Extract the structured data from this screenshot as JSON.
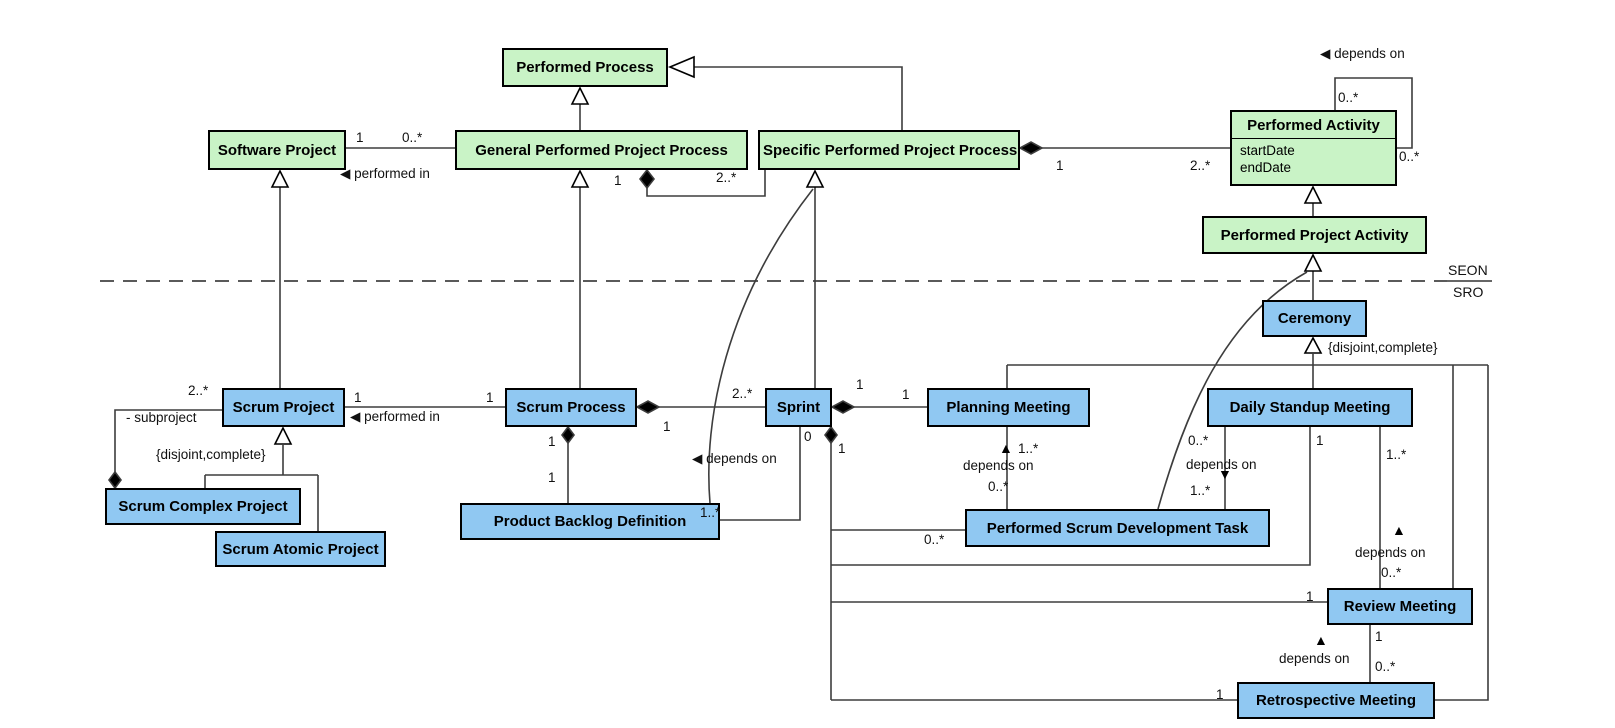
{
  "diagram_type": "UML class diagram",
  "boundary": {
    "above_label": "SEON",
    "below_label": "SRO"
  },
  "colors": {
    "seon_class_fill": "#c9f3c6",
    "sro_class_fill": "#90c8f2",
    "class_border": "#000000",
    "edge": "#3d3d3d"
  },
  "classes": [
    {
      "id": "performed-process",
      "name": "Performed Process",
      "layer": "SEON",
      "attributes": []
    },
    {
      "id": "software-project",
      "name": "Software Project",
      "layer": "SEON",
      "attributes": []
    },
    {
      "id": "general-performed-project-process",
      "name": "General Performed Project Process",
      "layer": "SEON",
      "attributes": []
    },
    {
      "id": "specific-performed-project-process",
      "name": "Specific Performed Project Process",
      "layer": "SEON",
      "attributes": []
    },
    {
      "id": "performed-activity",
      "name": "Performed Activity",
      "layer": "SEON",
      "attributes": [
        "startDate",
        "endDate"
      ]
    },
    {
      "id": "performed-project-activity",
      "name": "Performed Project Activity",
      "layer": "SEON",
      "attributes": []
    },
    {
      "id": "scrum-project",
      "name": "Scrum Project",
      "layer": "SRO",
      "attributes": []
    },
    {
      "id": "scrum-complex-project",
      "name": "Scrum Complex Project",
      "layer": "SRO",
      "attributes": []
    },
    {
      "id": "scrum-atomic-project",
      "name": "Scrum Atomic Project",
      "layer": "SRO",
      "attributes": []
    },
    {
      "id": "scrum-process",
      "name": "Scrum Process",
      "layer": "SRO",
      "attributes": []
    },
    {
      "id": "product-backlog-definition",
      "name": "Product Backlog Definition",
      "layer": "SRO",
      "attributes": []
    },
    {
      "id": "sprint",
      "name": "Sprint",
      "layer": "SRO",
      "attributes": []
    },
    {
      "id": "planning-meeting",
      "name": "Planning Meeting",
      "layer": "SRO",
      "attributes": []
    },
    {
      "id": "ceremony",
      "name": "Ceremony",
      "layer": "SRO",
      "attributes": []
    },
    {
      "id": "daily-standup-meeting",
      "name": "Daily Standup Meeting",
      "layer": "SRO",
      "attributes": []
    },
    {
      "id": "performed-scrum-development-task",
      "name": "Performed Scrum Development Task",
      "layer": "SRO",
      "attributes": []
    },
    {
      "id": "review-meeting",
      "name": "Review Meeting",
      "layer": "SRO",
      "attributes": []
    },
    {
      "id": "retrospective-meeting",
      "name": "Retrospective Meeting",
      "layer": "SRO",
      "attributes": []
    }
  ],
  "labels": [
    {
      "id": "swproj-gppp-mult-src",
      "text": "1"
    },
    {
      "id": "swproj-gppp-mult-tgt",
      "text": "0..*"
    },
    {
      "id": "swproj-gppp-name",
      "text": "◀ performed in"
    },
    {
      "id": "gppp-sppp-mult-whole",
      "text": "1"
    },
    {
      "id": "gppp-sppp-mult-part",
      "text": "2..*"
    },
    {
      "id": "sppp-pa-mult-whole",
      "text": "1"
    },
    {
      "id": "sppp-pa-mult-part",
      "text": "2..*"
    },
    {
      "id": "pa-self-name",
      "text": "◀ depends on"
    },
    {
      "id": "pa-self-mult-top",
      "text": "0..*"
    },
    {
      "id": "pa-self-mult-right",
      "text": "0..*"
    },
    {
      "id": "sproj-sproc-mult-src",
      "text": "1"
    },
    {
      "id": "sproj-sproc-mult-tgt",
      "text": "1"
    },
    {
      "id": "sproj-sproc-name",
      "text": "◀ performed in"
    },
    {
      "id": "subproject-mult",
      "text": "2..*"
    },
    {
      "id": "subproject-role",
      "text": "- subproject"
    },
    {
      "id": "scrumproject-gen-constraint",
      "text": "{disjoint,complete}"
    },
    {
      "id": "sproc-sprint-mult-whole",
      "text": "1"
    },
    {
      "id": "sproc-sprint-mult-part",
      "text": "2..*"
    },
    {
      "id": "sproc-pbd-mult-whole",
      "text": "1"
    },
    {
      "id": "sproc-pbd-mult-part",
      "text": "1"
    },
    {
      "id": "sprint-planning-mult-whole",
      "text": "1"
    },
    {
      "id": "sprint-planning-mult-part",
      "text": "1"
    },
    {
      "id": "sprint-pbd-mult-src",
      "text": "0"
    },
    {
      "id": "sprint-pbd-name",
      "text": "◀ depends on"
    },
    {
      "id": "sprint-pbd-mult-tgt",
      "text": "1..*"
    },
    {
      "id": "sprint-comp-mult-whole",
      "text": "1"
    },
    {
      "id": "sprint-psdt-mult-part",
      "text": "0..*"
    },
    {
      "id": "sprint-dsm-mult-part",
      "text": "1"
    },
    {
      "id": "sprint-review-mult-part",
      "text": "1"
    },
    {
      "id": "sprint-retro-mult-part",
      "text": "1"
    },
    {
      "id": "ceremony-gen-constraint",
      "text": "{disjoint,complete}"
    },
    {
      "id": "psdt-planning-arrow",
      "text": "▲"
    },
    {
      "id": "psdt-planning-mult-tgt",
      "text": "1..*"
    },
    {
      "id": "psdt-planning-name",
      "text": "depends on"
    },
    {
      "id": "psdt-planning-mult-src",
      "text": "0..*"
    },
    {
      "id": "dsm-psdt-mult-src",
      "text": "0..*"
    },
    {
      "id": "dsm-psdt-name",
      "text": "depends on"
    },
    {
      "id": "dsm-psdt-arrow",
      "text": "▼"
    },
    {
      "id": "dsm-psdt-mult-tgt",
      "text": "1..*"
    },
    {
      "id": "review-dsm-mult-tgt",
      "text": "1..*"
    },
    {
      "id": "review-dsm-arrow",
      "text": "▲"
    },
    {
      "id": "review-dsm-name",
      "text": "depends on"
    },
    {
      "id": "review-dsm-mult-src",
      "text": "0..*"
    },
    {
      "id": "retro-review-mult-tgt",
      "text": "1"
    },
    {
      "id": "retro-review-arrow",
      "text": "▲"
    },
    {
      "id": "retro-review-name",
      "text": "depends on"
    },
    {
      "id": "retro-review-mult-src",
      "text": "0..*"
    }
  ],
  "relationships": [
    {
      "type": "generalization",
      "from": "General Performed Project Process",
      "to": "Performed Process"
    },
    {
      "type": "generalization",
      "from": "Specific Performed Project Process",
      "to": "Performed Process"
    },
    {
      "type": "generalization",
      "from": "Scrum Project",
      "to": "Software Project"
    },
    {
      "type": "generalization",
      "from": "Scrum Process",
      "to": "General Performed Project Process"
    },
    {
      "type": "generalization",
      "from": "Sprint",
      "to": "Specific Performed Project Process"
    },
    {
      "type": "generalization",
      "from": "Product Backlog Definition",
      "to": "Specific Performed Project Process"
    },
    {
      "type": "generalization",
      "from": "Performed Project Activity",
      "to": "Performed Activity"
    },
    {
      "type": "generalization",
      "from": "Ceremony",
      "to": "Performed Project Activity"
    },
    {
      "type": "generalization",
      "from": "Performed Scrum Development Task",
      "to": "Performed Project Activity"
    },
    {
      "type": "generalization-set",
      "parent": "Scrum Project",
      "children": [
        "Scrum Complex Project",
        "Scrum Atomic Project"
      ],
      "constraint": "{disjoint,complete}"
    },
    {
      "type": "generalization-set",
      "parent": "Ceremony",
      "children": [
        "Planning Meeting",
        "Daily Standup Meeting",
        "Review Meeting",
        "Retrospective Meeting"
      ],
      "constraint": "{disjoint,complete}"
    },
    {
      "type": "association",
      "name": "performed in",
      "from": "General Performed Project Process",
      "from_mult": "0..*",
      "to": "Software Project",
      "to_mult": "1"
    },
    {
      "type": "composition",
      "whole": "General Performed Project Process",
      "whole_mult": "1",
      "part": "Specific Performed Project Process",
      "part_mult": "2..*"
    },
    {
      "type": "composition",
      "whole": "Specific Performed Project Process",
      "whole_mult": "1",
      "part": "Performed Activity",
      "part_mult": "2..*"
    },
    {
      "type": "association",
      "name": "depends on",
      "from": "Performed Activity",
      "from_mult": "0..*",
      "to": "Performed Activity",
      "to_mult": "0..*"
    },
    {
      "type": "association",
      "name": "performed in",
      "from": "Scrum Process",
      "from_mult": "1",
      "to": "Scrum Project",
      "to_mult": "1"
    },
    {
      "type": "composition",
      "whole": "Scrum Complex Project",
      "part": "Scrum Project",
      "part_mult": "2..*",
      "part_role": "- subproject"
    },
    {
      "type": "composition",
      "whole": "Scrum Process",
      "whole_mult": "1",
      "part": "Sprint",
      "part_mult": "2..*"
    },
    {
      "type": "composition",
      "whole": "Scrum Process",
      "whole_mult": "1",
      "part": "Product Backlog Definition",
      "part_mult": "1"
    },
    {
      "type": "composition",
      "whole": "Sprint",
      "whole_mult": "1",
      "part": "Planning Meeting",
      "part_mult": "1"
    },
    {
      "type": "association",
      "name": "depends on",
      "from": "Sprint",
      "from_mult": "0",
      "to": "Product Backlog Definition",
      "to_mult": "1..*"
    },
    {
      "type": "composition",
      "whole": "Sprint",
      "whole_mult": "1",
      "part": "Performed Scrum Development Task",
      "part_mult": "0..*"
    },
    {
      "type": "composition",
      "whole": "Sprint",
      "whole_mult": "1",
      "part": "Daily Standup Meeting",
      "part_mult": "1"
    },
    {
      "type": "composition",
      "whole": "Sprint",
      "whole_mult": "1",
      "part": "Review Meeting",
      "part_mult": "1"
    },
    {
      "type": "composition",
      "whole": "Sprint",
      "whole_mult": "1",
      "part": "Retrospective Meeting",
      "part_mult": "1"
    },
    {
      "type": "association",
      "name": "depends on",
      "from": "Performed Scrum Development Task",
      "from_mult": "0..*",
      "to": "Planning Meeting",
      "to_mult": "1..*"
    },
    {
      "type": "association",
      "name": "depends on",
      "from": "Daily Standup Meeting",
      "from_mult": "0..*",
      "to": "Performed Scrum Development Task",
      "to_mult": "1..*"
    },
    {
      "type": "association",
      "name": "depends on",
      "from": "Review Meeting",
      "from_mult": "0..*",
      "to": "Daily Standup Meeting",
      "to_mult": "1..*"
    },
    {
      "type": "association",
      "name": "depends on",
      "from": "Retrospective Meeting",
      "from_mult": "0..*",
      "to": "Review Meeting",
      "to_mult": "1"
    }
  ]
}
